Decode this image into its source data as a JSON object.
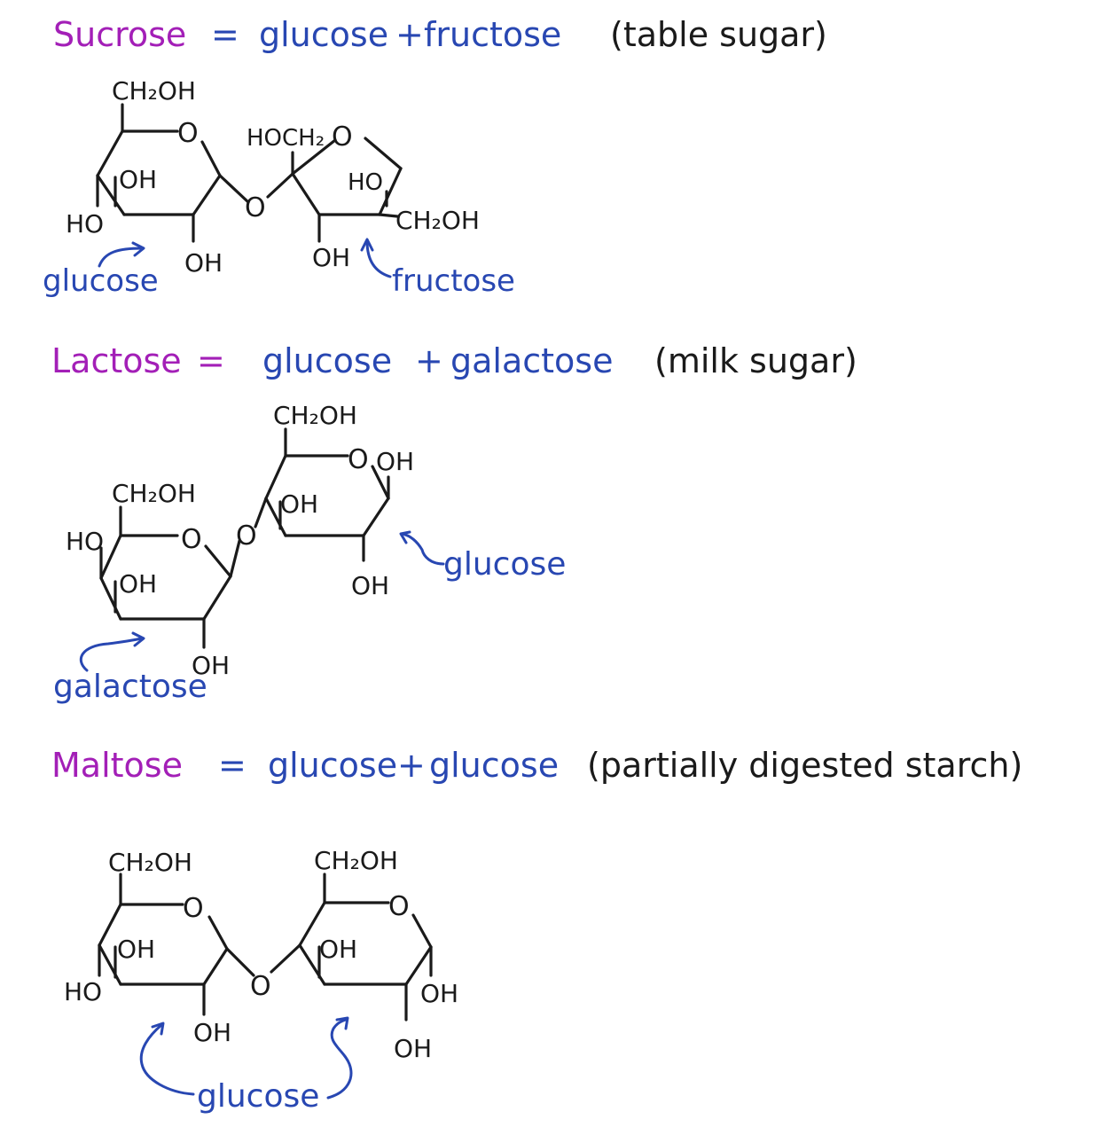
{
  "sucrose": {
    "name": "Sucrose",
    "equals": "=",
    "part1": "glucose",
    "plus": "+",
    "part2": "fructose",
    "note": "(table sugar)",
    "labels": {
      "ch2oh_top": "CH₂OH",
      "ring_o": "O",
      "oh_inner": "OH",
      "ho_left": "HO",
      "oh_bottom": "OH",
      "link_o": "O",
      "hoch2": "HOCH₂",
      "fru_ring_o": "O",
      "fru_ho": "HO",
      "fru_ch2oh": "CH₂OH",
      "fru_oh": "OH"
    },
    "annot_left": "glucose",
    "annot_right": "fructose"
  },
  "lactose": {
    "name": "Lactose",
    "equals": "=",
    "part1": "glucose",
    "plus": "+",
    "part2": "galactose",
    "note": "(milk sugar)",
    "labels": {
      "glu_ch2oh": "CH₂OH",
      "glu_ring_o": "O",
      "glu_oh_right": "OH",
      "glu_oh_inner": "OH",
      "glu_oh_bottom": "OH",
      "gal_ch2oh": "CH₂OH",
      "gal_ho": "HO",
      "gal_ring_o": "O",
      "gal_oh_inner": "OH",
      "gal_oh_bottom": "OH",
      "link_o": "O"
    },
    "annot_glucose": "glucose",
    "annot_galactose": "galactose"
  },
  "maltose": {
    "name": "Maltose",
    "equals": "=",
    "part1": "glucose",
    "plus": "+",
    "part2": "glucose",
    "note": "(partially digested starch)",
    "labels": {
      "l_ch2oh": "CH₂OH",
      "l_ring_o": "O",
      "l_oh_inner": "OH",
      "l_ho": "HO",
      "l_oh_bottom": "OH",
      "link_o": "O",
      "r_ch2oh": "CH₂OH",
      "r_ring_o": "O",
      "r_oh_inner": "OH",
      "r_oh_right": "OH",
      "r_oh_bottom": "OH"
    },
    "annot": "glucose"
  },
  "colors": {
    "ink": "#1a1a1a",
    "blue": "#2847b2",
    "purple": "#a31fb7"
  }
}
